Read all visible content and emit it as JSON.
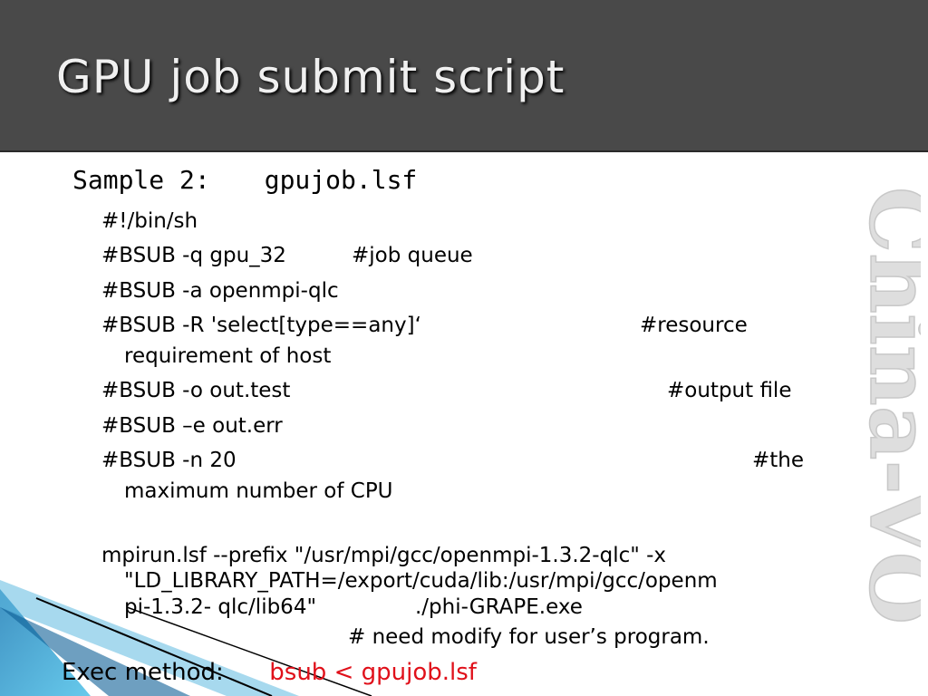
{
  "slide": {
    "title": "GPU job submit script"
  },
  "sample": {
    "label": "Sample 2:",
    "filename": "gpujob.lsf"
  },
  "script_lines": {
    "shebang": "#!/bin/sh",
    "queue": "#BSUB -q gpu_32",
    "queue_comment": "#job queue",
    "app": "#BSUB -a openmpi-qlc",
    "resource": "#BSUB -R 'select[type==any]‘",
    "resource_comment": "#resource",
    "resource_comment_cont": "requirement of host",
    "output": "#BSUB -o out.test",
    "output_comment": "#output file",
    "error": "#BSUB –e out.err",
    "ncpu": "#BSUB -n 20",
    "ncpu_comment": "#the",
    "ncpu_comment_cont": "maximum number of CPU",
    "mpirun_1": "mpirun.lsf --prefix \"/usr/mpi/gcc/openmpi-1.3.2-qlc\" -x",
    "mpirun_2": "\"LD_LIBRARY_PATH=/export/cuda/lib:/usr/mpi/gcc/openm",
    "mpirun_3a": "pi-1.3.2- qlc/lib64\"",
    "mpirun_3b": "./phi-GRAPE.exe",
    "mpirun_note": "# need modify for user’s program."
  },
  "exec": {
    "label": "Exec method:",
    "command": "bsub   < gpujob.lsf"
  },
  "watermark": {
    "text": "China-VO"
  },
  "colors": {
    "header_bg": "#494949",
    "title_text": "#f0f0f0",
    "exec_command": "#e0101a",
    "accent_blue": "#2a9fd6"
  }
}
